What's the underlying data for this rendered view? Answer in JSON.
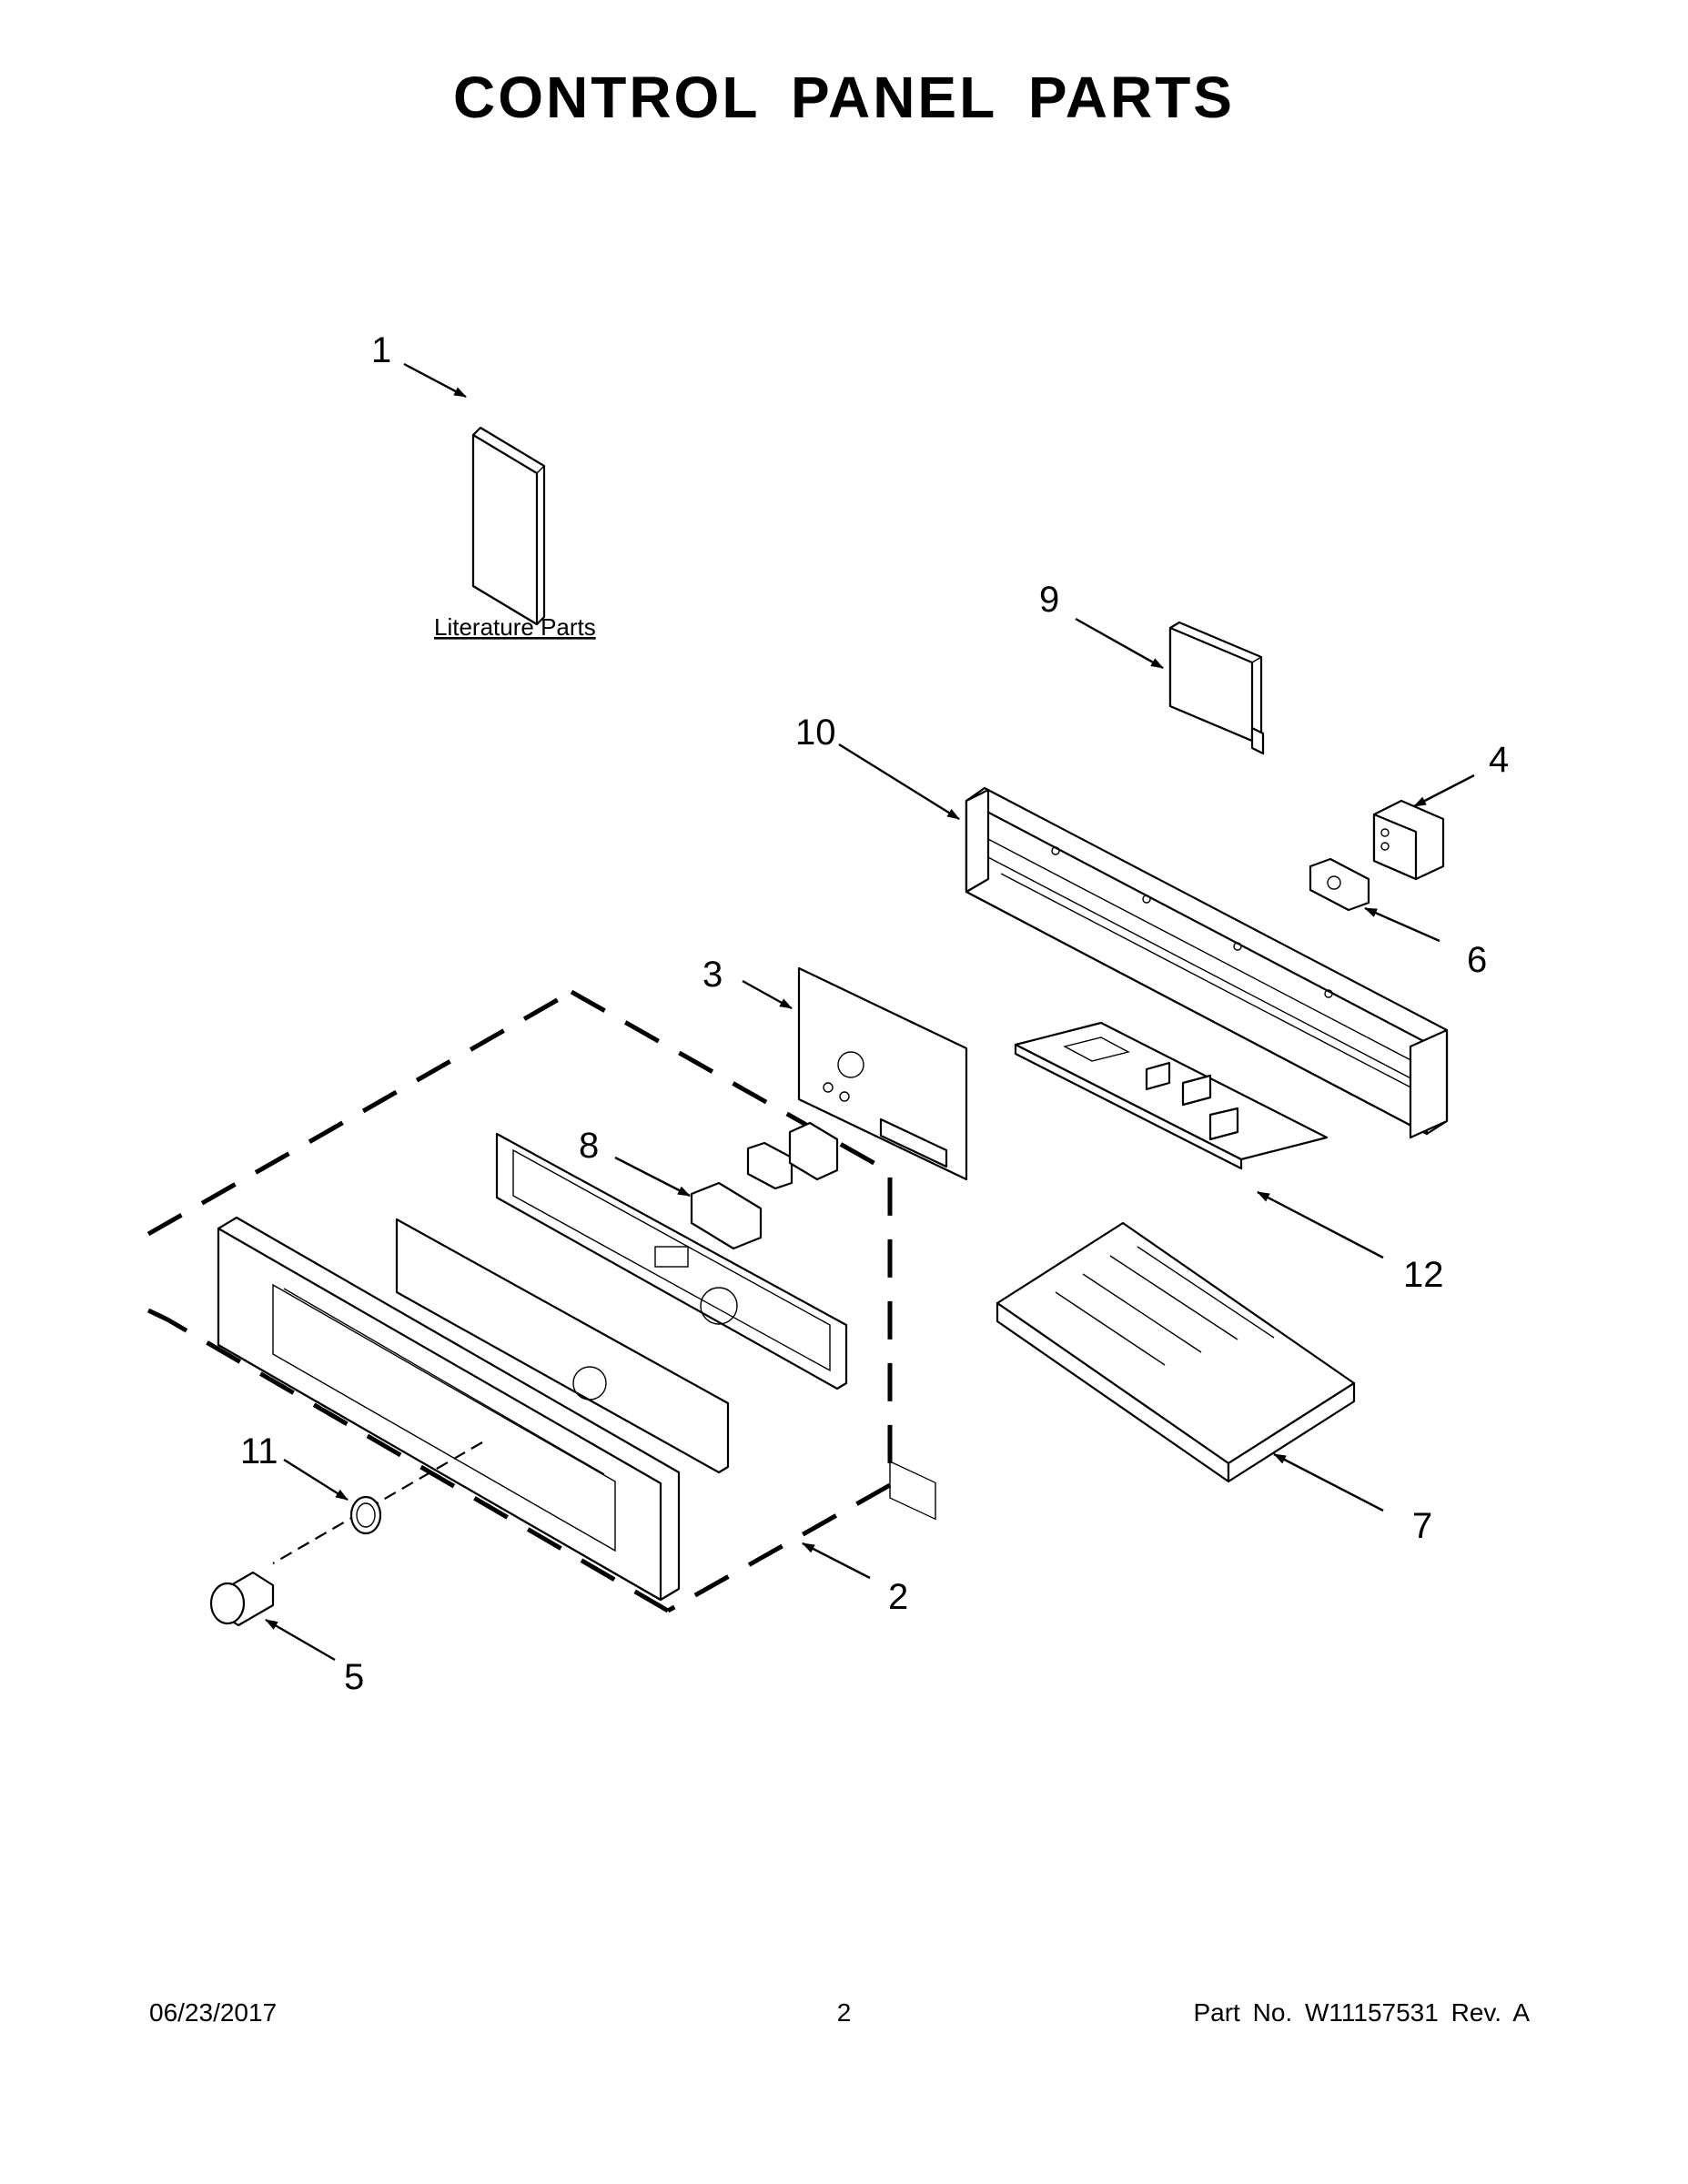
{
  "page": {
    "title": "CONTROL PANEL PARTS",
    "date": "06/23/2017",
    "page_number": "2",
    "part_number": "Part No.  W11157531  Rev.  A"
  },
  "diagram": {
    "literature_label": "Literature Parts",
    "callouts": {
      "c1": "1",
      "c2": "2",
      "c3": "3",
      "c4": "4",
      "c5": "5",
      "c6": "6",
      "c7": "7",
      "c8": "8",
      "c9": "9",
      "c10": "10",
      "c11": "11",
      "c12": "12"
    }
  }
}
